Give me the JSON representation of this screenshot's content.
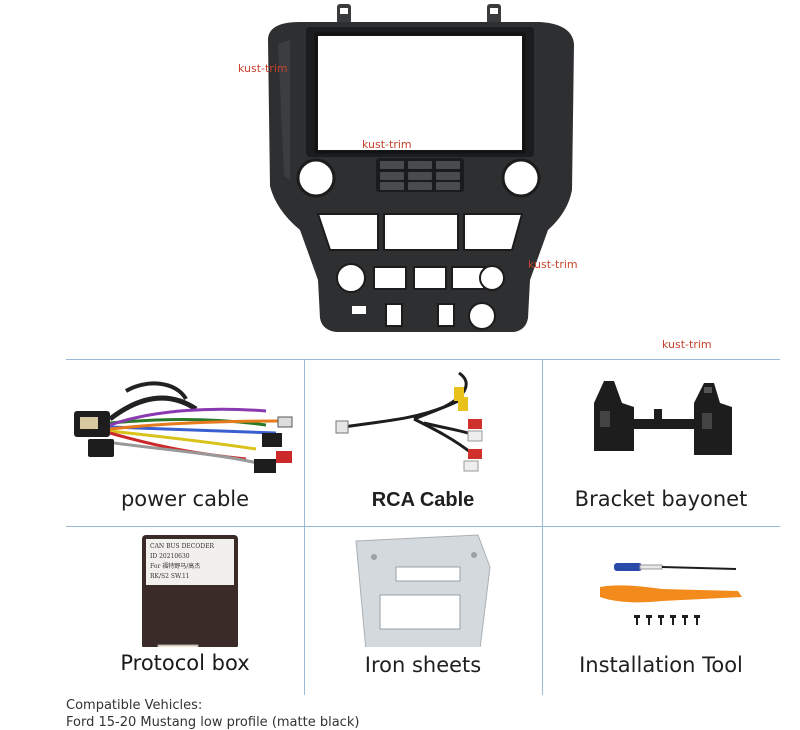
{
  "watermark": "kust-trim",
  "accessories": [
    {
      "label": "power cable"
    },
    {
      "label": "RCA Cable"
    },
    {
      "label": "Bracket bayonet"
    },
    {
      "label": "Protocol box"
    },
    {
      "label": "Iron sheets"
    },
    {
      "label": "Installation Tool"
    }
  ],
  "protocol_box_label": {
    "title": "CAN BUS DECODER",
    "line1": "ID  20210630",
    "line2": "For 福特野马/高杰",
    "line3": "RK/S2        SW.11"
  },
  "compatibility": {
    "heading": "Compatible Vehicles:",
    "line": "Ford 15-20 Mustang low profile (matte black)"
  },
  "colors": {
    "frame": "#2e2f31",
    "grid_line": "#9ab9d6",
    "watermark": "#c8432f",
    "rca_yellow": "#e8c21a",
    "rca_red": "#d0302a",
    "rca_white": "#eeeeee",
    "tool_orange": "#f28a1c"
  }
}
